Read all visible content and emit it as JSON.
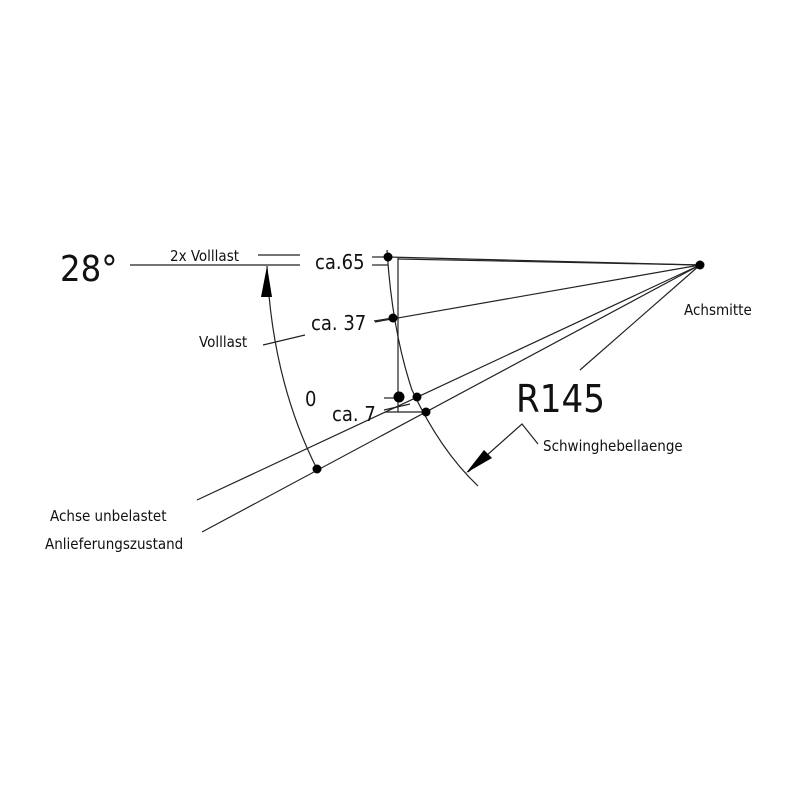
{
  "labels": {
    "angle": "28°",
    "double_load": "2x Volllast",
    "full_load": "Volllast",
    "ca65": "ca.65",
    "ca37": "ca. 37",
    "zero": "0",
    "ca7": "ca. 7",
    "axle_center": "Achsmitte",
    "radius": "R145",
    "arm_length": "Schwinghebellaenge",
    "axle_unloaded": "Achse unbelastet",
    "delivery_state": "Anlieferungszustand"
  },
  "colors": {
    "line": "#222222",
    "text": "#111111"
  }
}
